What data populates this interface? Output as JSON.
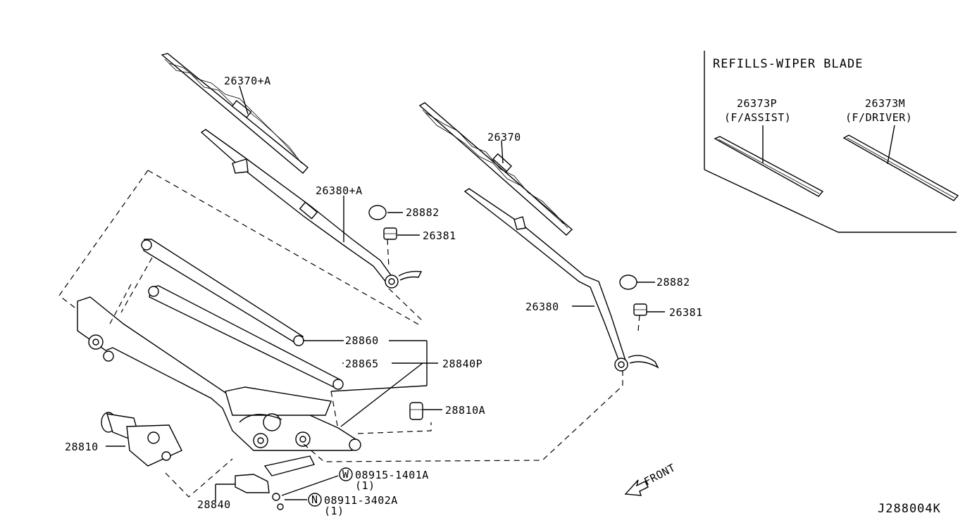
{
  "diagram": {
    "code": "J288004K",
    "front_label": "FRONT",
    "refills": {
      "header": "REFILLS-WIPER BLADE",
      "assist_code": "26373P",
      "assist_desc": "(F/ASSIST)",
      "driver_code": "26373M",
      "driver_desc": "(F/DRIVER)"
    },
    "labels": {
      "blade_assist": "26370+A",
      "blade_driver": "26370",
      "arm_assist": "26380+A",
      "arm_driver": "26380",
      "cap_1": "28882",
      "cap_2": "28882",
      "nut_1": "26381",
      "nut_2": "26381",
      "link_1": "28860",
      "link_2": "28865",
      "frame_link": "28840P",
      "pivot": "28810A",
      "motor": "28810",
      "bracket": "28840",
      "washer_code": "08915-1401A",
      "washer_symbol": "W",
      "washer_qty": "(1)",
      "nut_code": "08911-3402A",
      "nut_symbol": "N",
      "nut_qty": "(1)"
    }
  }
}
